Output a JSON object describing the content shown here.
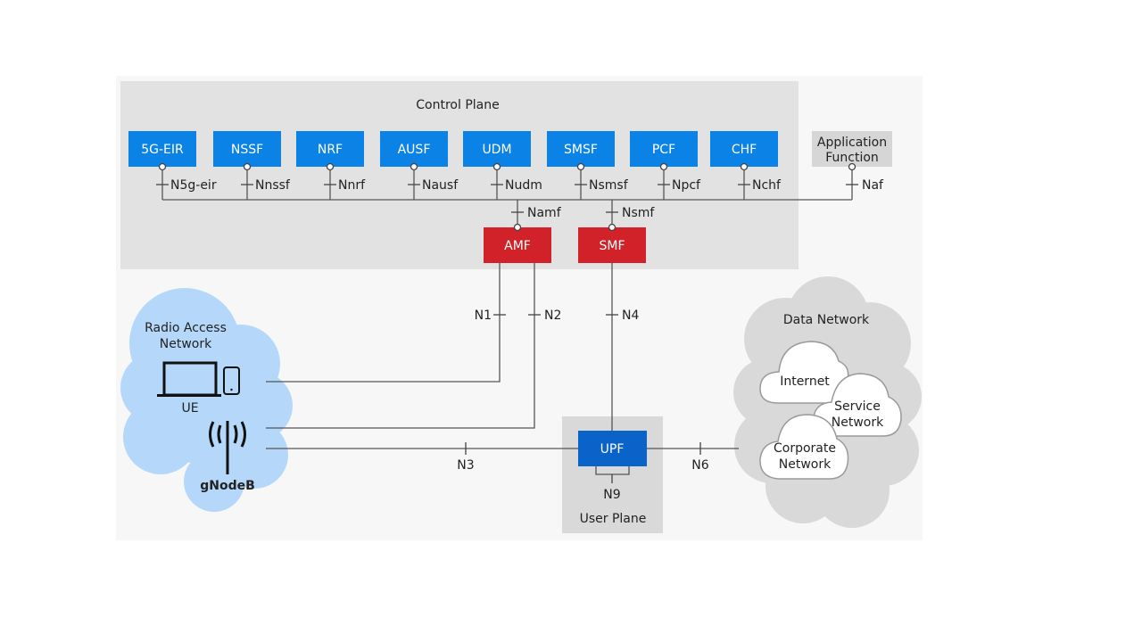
{
  "control_plane": {
    "title": "Control Plane"
  },
  "network_functions": [
    {
      "id": "5g-eir",
      "name": "5G-EIR",
      "interface": "N5g-eir"
    },
    {
      "id": "nssf",
      "name": "NSSF",
      "interface": "Nnssf"
    },
    {
      "id": "nrf",
      "name": "NRF",
      "interface": "Nnrf"
    },
    {
      "id": "ausf",
      "name": "AUSF",
      "interface": "Nausf"
    },
    {
      "id": "udm",
      "name": "UDM",
      "interface": "Nudm"
    },
    {
      "id": "smsf",
      "name": "SMSF",
      "interface": "Nsmsf"
    },
    {
      "id": "pcf",
      "name": "PCF",
      "interface": "Npcf"
    },
    {
      "id": "chf",
      "name": "CHF",
      "interface": "Nchf"
    }
  ],
  "application_function": {
    "line1": "Application",
    "line2": "Function",
    "interface": "Naf"
  },
  "amf": {
    "name": "AMF",
    "interface": "Namf"
  },
  "smf": {
    "name": "SMF",
    "interface": "Nsmf"
  },
  "interfaces": {
    "n1": "N1",
    "n2": "N2",
    "n3": "N3",
    "n4": "N4",
    "n6": "N6",
    "n9": "N9"
  },
  "radio_access_network": {
    "line1": "Radio Access",
    "line2": "Network",
    "ue": "UE",
    "gnodeb": "gNodeB"
  },
  "user_plane": {
    "title": "User Plane",
    "upf": "UPF"
  },
  "data_network": {
    "title": "Data Network",
    "internet": "Internet",
    "service_network": {
      "line1": "Service",
      "line2": "Network"
    },
    "corporate_network": {
      "line1": "Corporate",
      "line2": "Network"
    }
  },
  "colors": {
    "nf_blue": "#0a82e6",
    "upf_blue": "#0a63c8",
    "core_red": "#d02228",
    "control_plane_bg": "#e2e2e2",
    "outer_bg": "#f7f7f7",
    "ran_cloud": "#b5d8fa",
    "dn_cloud": "#d9d9d9"
  },
  "icons": [
    "laptop-icon",
    "phone-icon",
    "antenna-icon"
  ]
}
